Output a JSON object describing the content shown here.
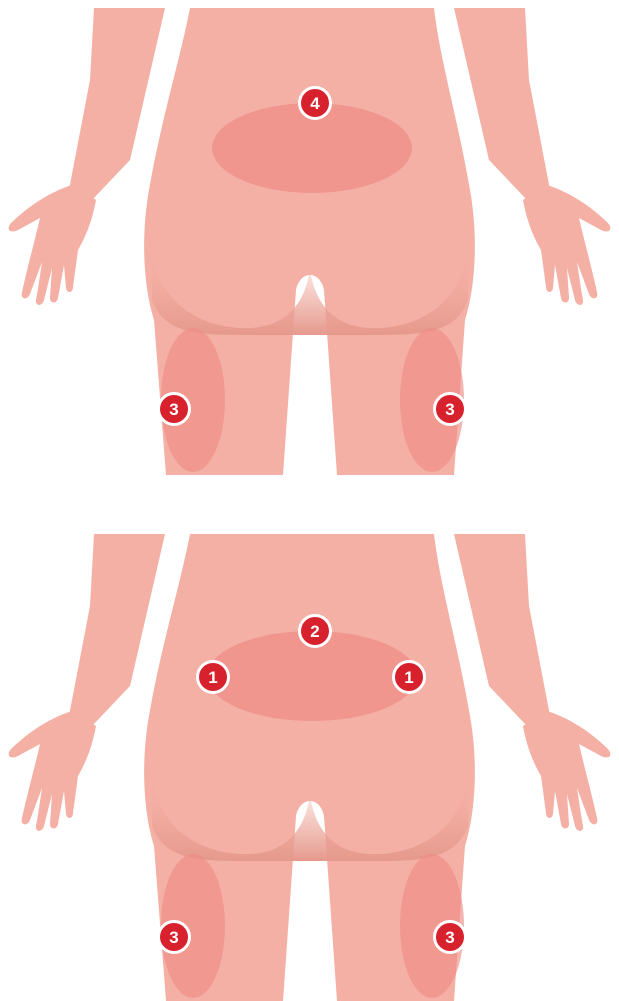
{
  "colors": {
    "skin": "#f5b0a5",
    "skin_shade": "#e8978c",
    "zone": "#ee8c86",
    "marker_fill": "#d7222e",
    "marker_ring": "#ffffff"
  },
  "figures": [
    {
      "view": "back",
      "markers": [
        {
          "label": "4",
          "zone": "lower-back"
        },
        {
          "label": "3",
          "zone": "left-thigh"
        },
        {
          "label": "3",
          "zone": "right-thigh"
        }
      ]
    },
    {
      "view": "back",
      "markers": [
        {
          "label": "2",
          "zone": "lower-back-center"
        },
        {
          "label": "1",
          "zone": "lower-back-left"
        },
        {
          "label": "1",
          "zone": "lower-back-right"
        },
        {
          "label": "3",
          "zone": "left-thigh"
        },
        {
          "label": "3",
          "zone": "right-thigh"
        }
      ]
    }
  ]
}
